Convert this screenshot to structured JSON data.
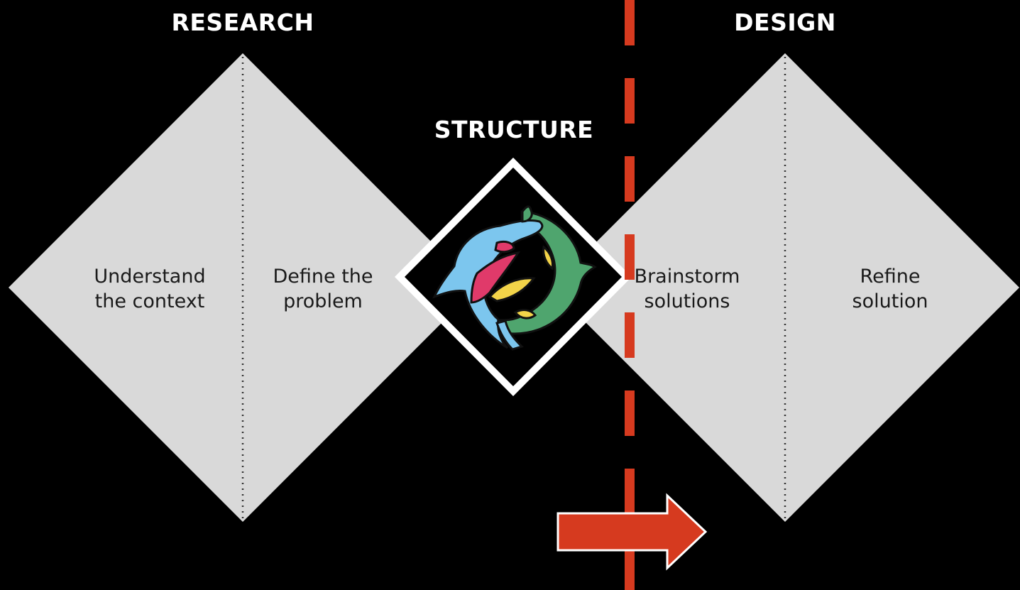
{
  "headings": {
    "research": "RESEARCH",
    "structure": "STRUCTURE",
    "design": "DESIGN"
  },
  "phases": {
    "understand": [
      "Understand",
      "the context"
    ],
    "define": [
      "Define the",
      "problem"
    ],
    "brainstorm": [
      "Brainstorm",
      "solutions"
    ],
    "refine": [
      "Refine",
      "solution"
    ]
  },
  "colors": {
    "background": "#000000",
    "diamond_fill": "#d9d9d9",
    "divider": "#d63a1f",
    "arrow": "#d63a1f",
    "logo_blue": "#7cc6ee",
    "logo_green": "#4fa56e",
    "logo_pink": "#e03a6a",
    "logo_yellow": "#f3d449"
  },
  "icons": {
    "center_logo": "two-dolphins-icon",
    "arrow": "right-arrow-icon"
  }
}
